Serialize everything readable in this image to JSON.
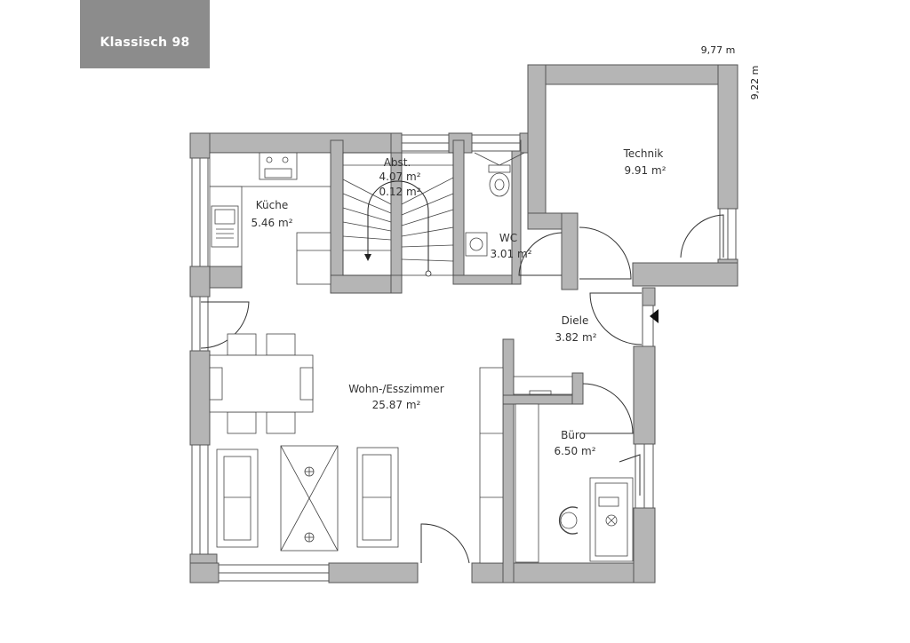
{
  "title": "Klassisch 98",
  "dimensions": {
    "width": "9,77 m",
    "depth": "9,22 m"
  },
  "rooms": {
    "kueche": {
      "name": "Küche",
      "area": "5.46 m²"
    },
    "abst": {
      "name": "Abst.",
      "area1": "4.07 m²",
      "area2": "0.12 m²"
    },
    "wc": {
      "name": "WC",
      "area": "3.01 m²"
    },
    "technik": {
      "name": "Technik",
      "area": "9.91 m²"
    },
    "diele": {
      "name": "Diele",
      "area": "3.82 m²"
    },
    "wohnen": {
      "name": "Wohn-/Esszimmer",
      "area": "25.87 m²"
    },
    "buero": {
      "name": "Büro",
      "area": "6.50 m²"
    }
  },
  "colors": {
    "wall": "#b5b5b5",
    "wall_stroke": "#555555",
    "title_bg": "#8c8c8c"
  }
}
